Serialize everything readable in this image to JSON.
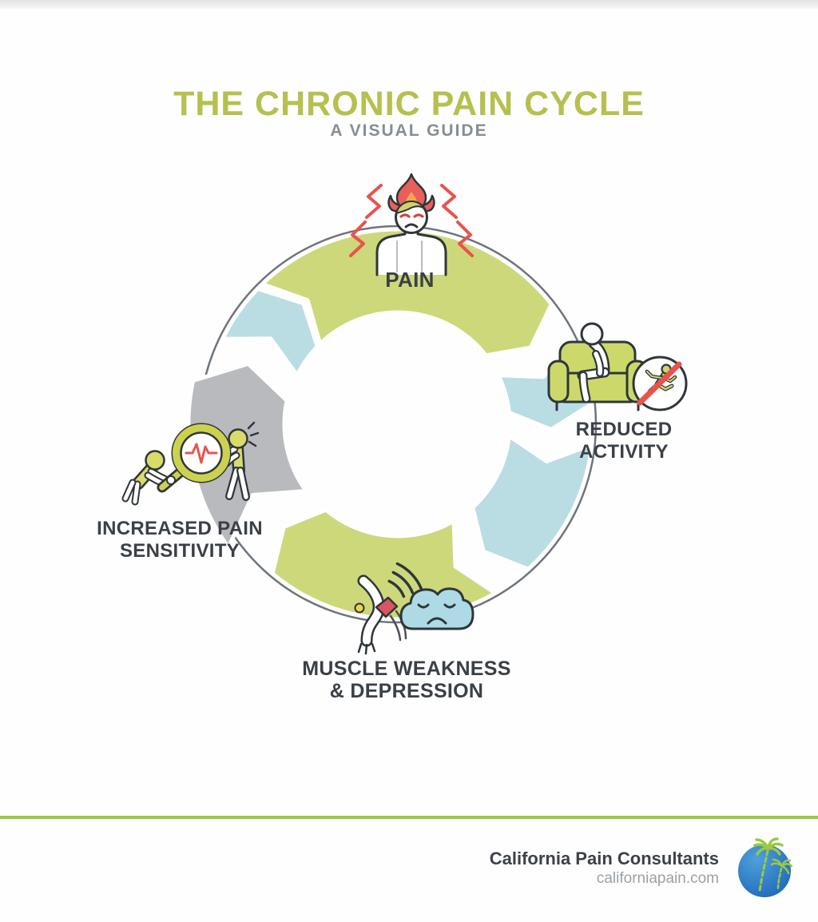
{
  "title": "THE CHRONIC PAIN CYCLE",
  "subtitle": "A VISUAL GUIDE",
  "cycle": {
    "direction": "clockwise",
    "stages": [
      {
        "name": "pain",
        "label": "PAIN",
        "icon": "person-with-flaming-head"
      },
      {
        "name": "reduced-activity",
        "label": "REDUCED\nACTIVITY",
        "icon": "person-slumped-on-couch-with-no-running-sign"
      },
      {
        "name": "muscle-weakness-depression",
        "label": "MUSCLE WEAKNESS\n& DEPRESSION",
        "icon": "weak-drooping-arm-and-sad-cloud"
      },
      {
        "name": "increased-pain-sensitivity",
        "label": "INCREASED PAIN\nSENSITIVITY",
        "icon": "figures-holding-magnifying-glass-over-pain-signal"
      }
    ]
  },
  "colors": {
    "title_green": "#b6c04f",
    "subtitle_gray": "#878d93",
    "arc_green": "#cdd87a",
    "arc_blue": "#b9dde3",
    "arc_gray": "#b9babd",
    "outline_gray": "#6d747c",
    "label_dark": "#3a4046",
    "accent_red": "#e8534e",
    "footer_line_green": "#96c93e"
  },
  "footer": {
    "company": "California Pain Consultants",
    "website": "californiapain.com",
    "logo": "blue-globe-with-palm-trees"
  }
}
